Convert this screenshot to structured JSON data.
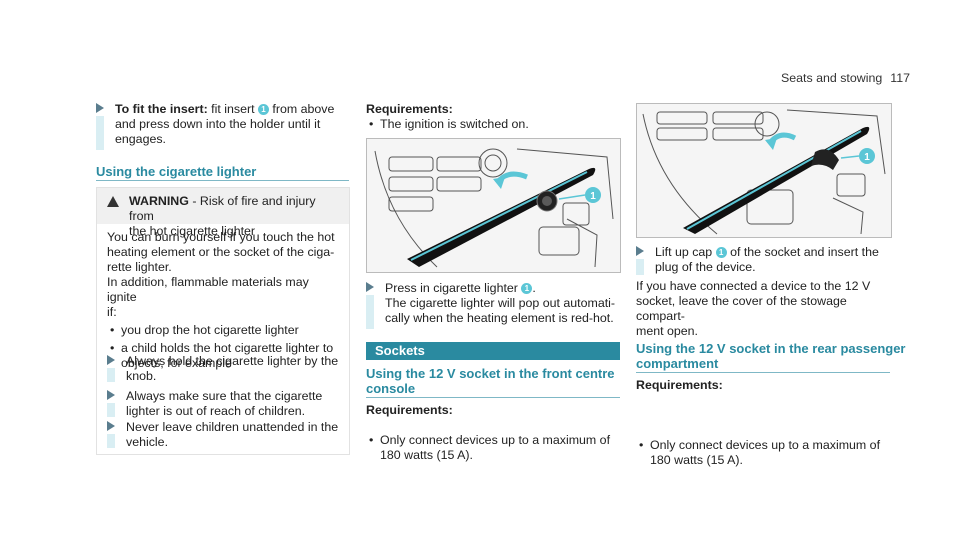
{
  "header": {
    "section": "Seats and stowing",
    "page": "117"
  },
  "col1": {
    "fit_step": {
      "bold": "To fit the insert:",
      "line1": " fit insert ",
      "num": "1",
      "line1b": " from above",
      "line2": "and press down into the holder until it",
      "line3": "engages."
    },
    "section_title": "Using the cigarette lighter",
    "warning": {
      "label": "WARNING",
      "head_rest": " - Risk of fire and injury from",
      "head_line2": "the hot cigarette lighter",
      "body": [
        "You can burn yourself if you touch the hot",
        "heating element or the socket of the ciga-",
        "rette lighter.",
        "In addition, flammable materials may ignite",
        "if:"
      ],
      "bullets": [
        [
          "you drop the hot cigarette lighter"
        ],
        [
          "a child holds the hot cigarette lighter to",
          "objects, for example"
        ]
      ],
      "steps": [
        [
          "Always hold the cigarette lighter by the",
          "knob."
        ],
        [
          "Always make sure that the cigarette",
          "lighter is out of reach of children."
        ],
        [
          "Never leave children unattended in the",
          "vehicle."
        ]
      ]
    }
  },
  "col2": {
    "req_title": "Requirements:",
    "req_item": "The ignition is switched on.",
    "image_callout": "1",
    "press_step": {
      "line1a": "Press in cigarette lighter ",
      "num": "1",
      "line1b": ".",
      "line2": "The cigarette lighter will pop out automati-",
      "line3": "cally when the heating element is red-hot."
    },
    "banner": "Sockets",
    "sub_title_1": "Using the 12 V socket in the front centre",
    "sub_title_2": "console",
    "req2_title": "Requirements:",
    "req2_line1": "Only connect devices up to a maximum of",
    "req2_line2": "180 watts (15 A)."
  },
  "col3": {
    "image_callout": "1",
    "lift_step": {
      "line1a": "Lift up cap ",
      "num": "1",
      "line1b": " of the socket and insert the",
      "line2": "plug of the device."
    },
    "para": [
      "If you have connected a device to the 12 V",
      "socket, leave the cover of the stowage compart-",
      "ment open."
    ],
    "sub_title_1": "Using the 12 V socket in the rear passenger",
    "sub_title_2": "compartment",
    "req_title": "Requirements:",
    "req_line1": "Only connect devices up to a maximum of",
    "req_line2": "180 watts (15 A)."
  },
  "colors": {
    "accent": "#2a8aa0",
    "callout": "#5bc6d6"
  }
}
